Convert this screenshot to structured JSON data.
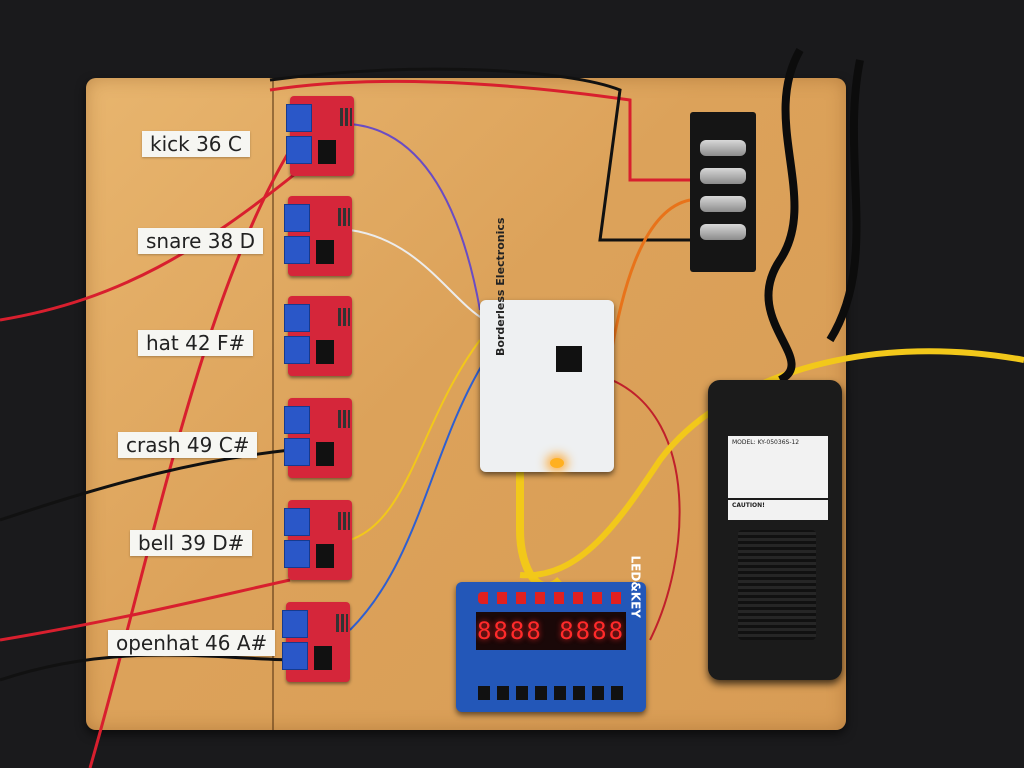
{
  "scene": {
    "labels": [
      {
        "id": "kick",
        "text": "kick 36 C"
      },
      {
        "id": "snare",
        "text": "snare 38 D"
      },
      {
        "id": "hat",
        "text": "hat 42 F#"
      },
      {
        "id": "crash",
        "text": "crash 49 C#"
      },
      {
        "id": "bell",
        "text": "bell 39 D#"
      },
      {
        "id": "openhat",
        "text": "openhat 46 A#"
      }
    ],
    "arduino_brand": "Borderless Electronics",
    "display_brand": "LED&KEY",
    "display_digits": "8888 8888",
    "psu_model": "MODEL: KY-05036S-12",
    "psu_caution": "CAUTION!"
  },
  "colors": {
    "board": "#dca25a",
    "mosfet": "#d5263a",
    "terminal": "#2a57c8",
    "display_board": "#2357b8",
    "wire_red": "#d81f2e",
    "wire_black": "#111111",
    "wire_yellow": "#f2c81a"
  }
}
